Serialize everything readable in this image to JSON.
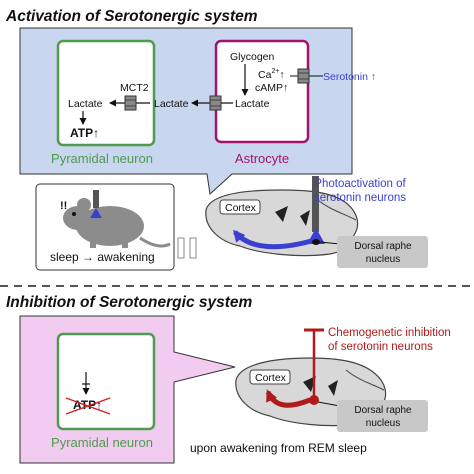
{
  "section_top": {
    "title": "Activation of Serotonergic system",
    "pyramidal_label": "Pyramidal neuron",
    "astrocyte_label": "Astrocyte",
    "glycogen": "Glycogen",
    "ca_base": "Ca",
    "ca_sup": "2+",
    "camp": "cAMP",
    "up_arrow": "↑",
    "serotonin": "Serotonin",
    "lactate": "Lactate",
    "mct2": "MCT2",
    "atp": "ATP",
    "photo_line1": "Photoactivation of",
    "photo_line2": "serotonin neurons",
    "cortex": "Cortex",
    "raphe_line1": "Dorsal raphe",
    "raphe_line2": "nucleus",
    "mouse_marks": "!!",
    "sleep_caption": "sleep → awakening"
  },
  "section_bottom": {
    "title": "Inhibition of Serotonergic system",
    "pyramidal_label": "Pyramidal neuron",
    "atp": "ATP",
    "chemo_line1": "Chemogenetic inhibition",
    "chemo_line2": "of serotonin neurons",
    "cortex": "Cortex",
    "raphe_line1": "Dorsal raphe",
    "raphe_line2": "nucleus",
    "caption": "upon awakening from REM sleep"
  },
  "colors": {
    "blue_panel": "#c9d6ef",
    "pink_panel": "#f1ccf0",
    "pyramidal_green": "#4e9a4e",
    "astrocyte_magenta": "#a0156b",
    "atp_red": "#d21b1b",
    "serotonin_blue": "#3a3fcf",
    "inhibit_red": "#b01a1a"
  }
}
